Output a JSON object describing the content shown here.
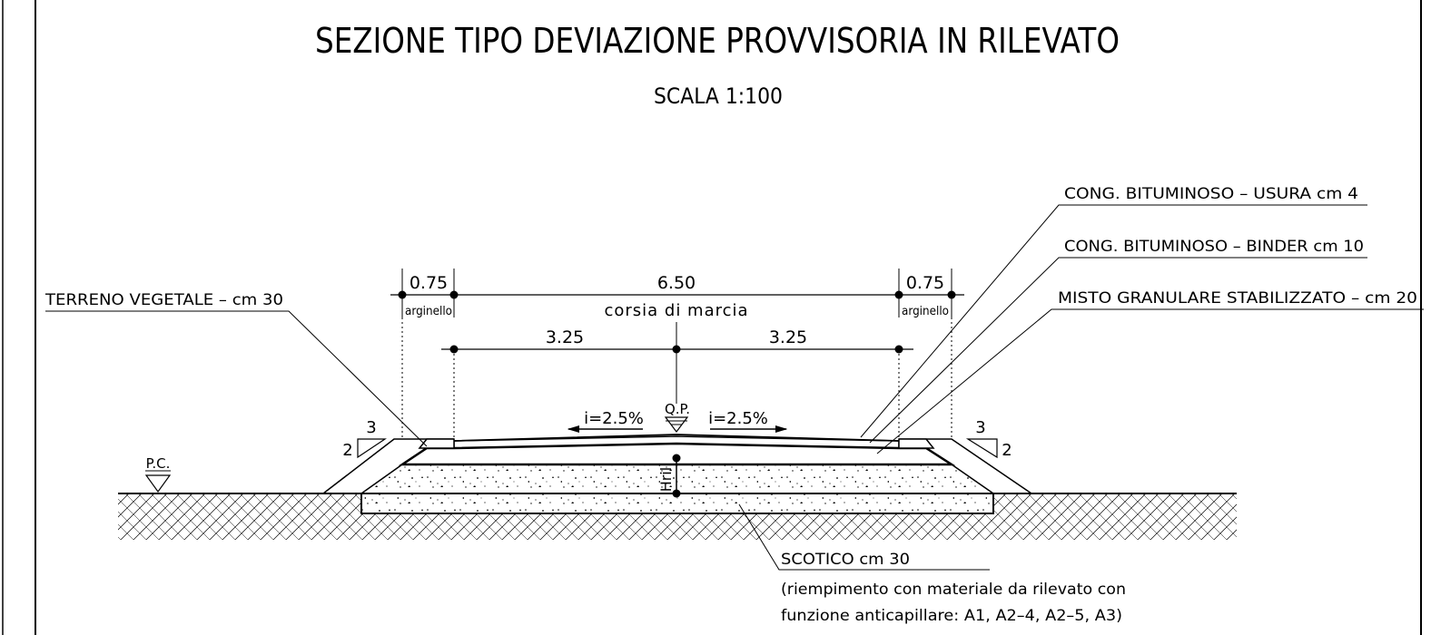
{
  "title": "SEZIONE TIPO DEVIAZIONE PROVVISORIA IN RILEVATO",
  "scale": "SCALA 1:100",
  "layers": {
    "usura": "CONG. BITUMINOSO – USURA cm 4",
    "binder": "CONG. BITUMINOSO – BINDER cm 10",
    "misto": "MISTO GRANULARE STABILIZZATO – cm 20",
    "terreno": "TERRENO VEGETALE – cm 30"
  },
  "dimensions": {
    "arginello_width": "0.75",
    "arginello_label": "arginello",
    "carriageway_width": "6.50",
    "carriageway_label": "corsia di marcia",
    "lane_width": "3.25"
  },
  "slopes": {
    "crossfall": "i=2.5%",
    "embankment_h": "3",
    "embankment_v": "2"
  },
  "markers": {
    "qp": "Q.P.",
    "pc": "P.C.",
    "hril": "Hril."
  },
  "scotico": {
    "line1": "SCOTICO cm 30",
    "line2": "(riempimento con materiale da rilevato con",
    "line3": "funzione anticapillare: A1, A2–4, A2–5, A3)"
  }
}
